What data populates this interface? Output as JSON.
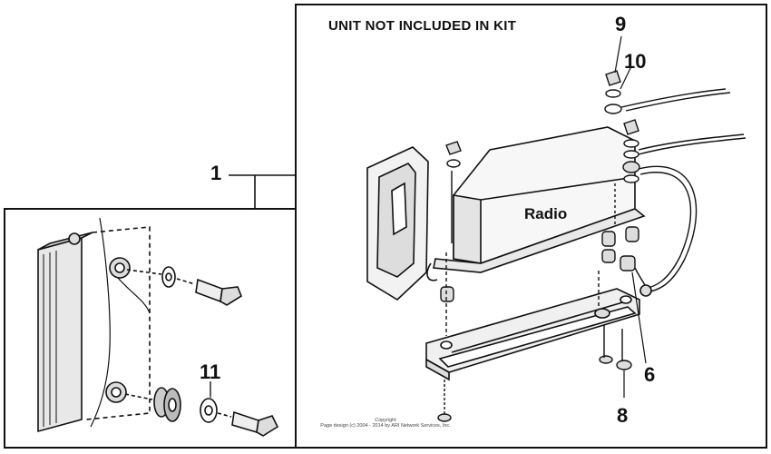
{
  "heading": "UNIT NOT INCLUDED IN KIT",
  "unit_label": "Radio",
  "callouts": {
    "c1": "1",
    "c6": "6",
    "c8": "8",
    "c9": "9",
    "c10": "10",
    "c11": "11"
  },
  "copyright": {
    "line1": "Copyright",
    "line2": "Page design (c) 2004 - 2014 by ARI Network Services, Inc."
  }
}
